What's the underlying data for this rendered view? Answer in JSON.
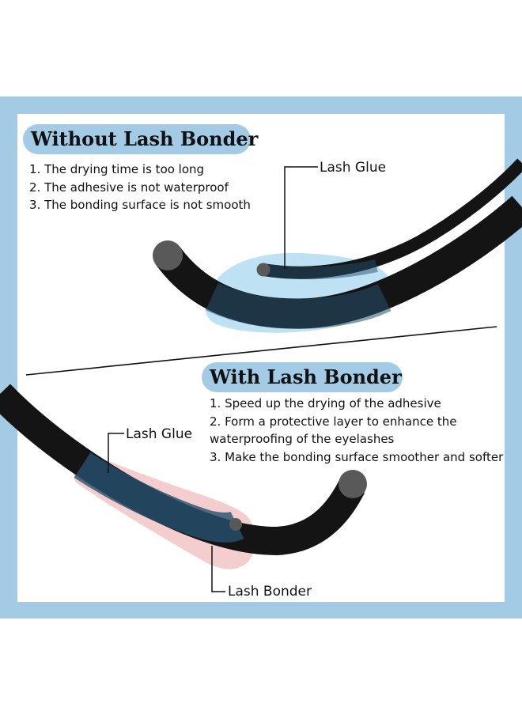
{
  "colors": {
    "frame": "#a3cbe6",
    "strand": "#141414",
    "strand_end": "#595959",
    "glue_halo": "#a8d8f0",
    "bonder_halo": "#f2c6c6",
    "coat": "#26506e"
  },
  "without": {
    "title": "Without Lash Bonder",
    "items": [
      "1. The drying time is too long",
      "2. The adhesive is not waterproof",
      "3. The bonding surface is not smooth"
    ],
    "glue_label": "Lash Glue"
  },
  "with": {
    "title": "With Lash Bonder",
    "items": [
      "1. Speed up the drying of the adhesive",
      "2. Form a protective layer to enhance the",
      "waterproofing of the eyelashes",
      "3. Make the bonding surface smoother and softer"
    ],
    "glue_label": "Lash Glue",
    "bonder_label": "Lash Bonder"
  }
}
